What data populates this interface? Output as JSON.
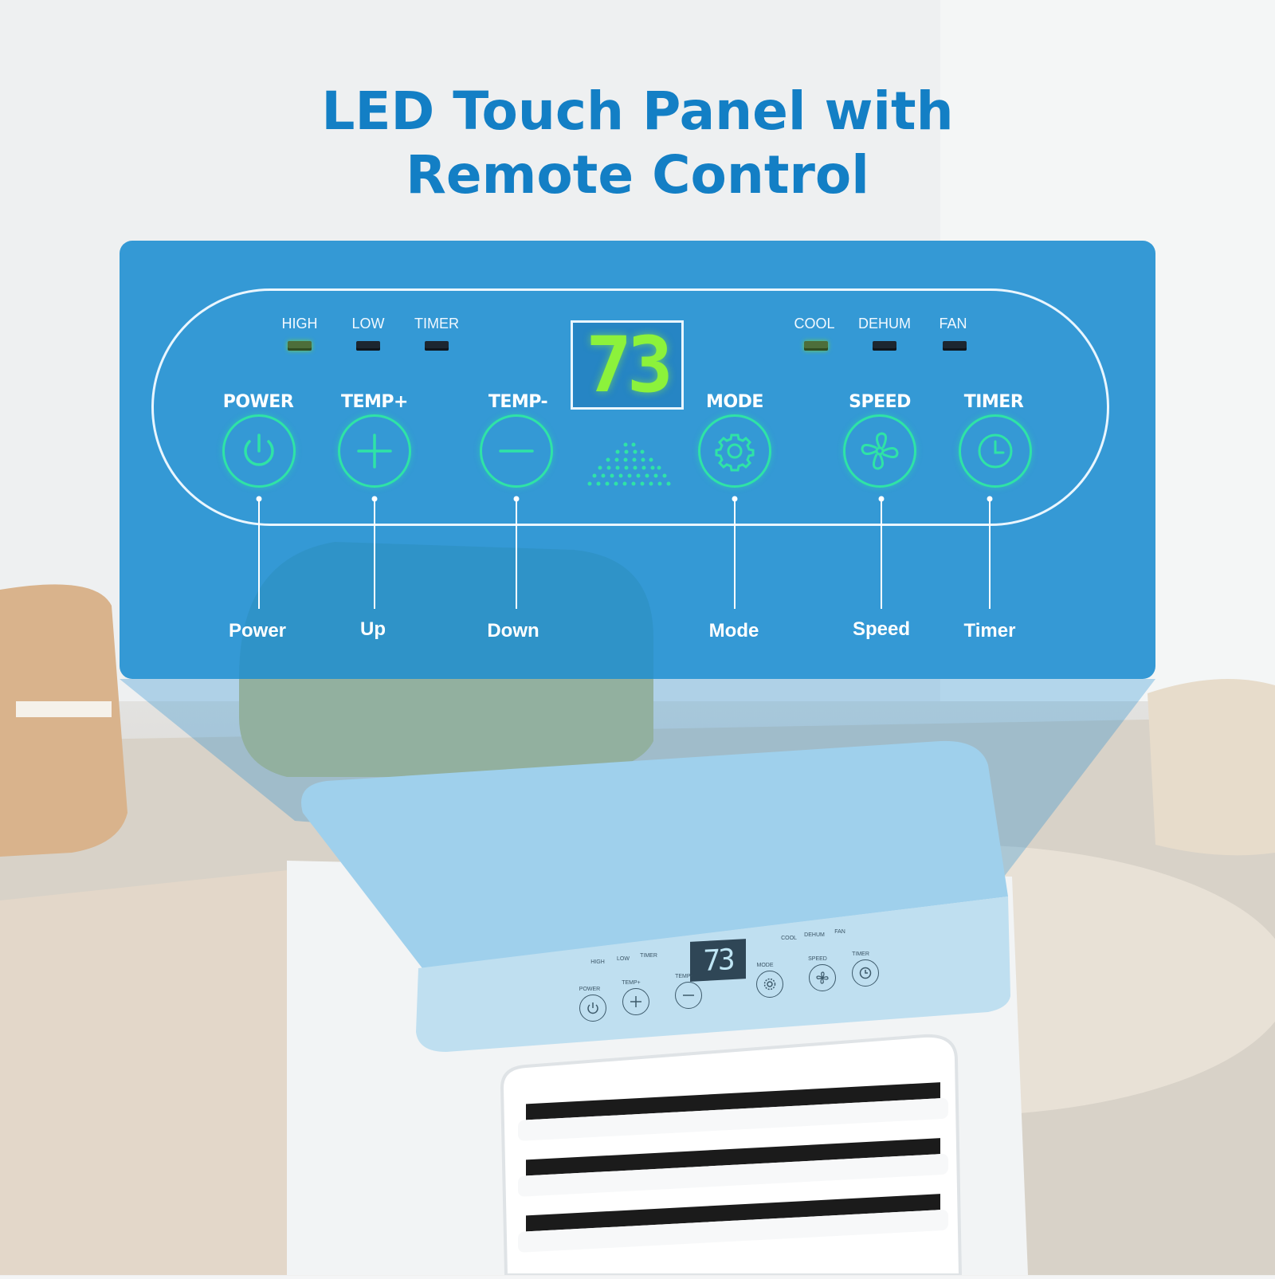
{
  "headline": {
    "line1": "LED Touch Panel with",
    "line2": "Remote Control"
  },
  "panel": {
    "display_value": "73",
    "indicators_left": [
      {
        "label": "HIGH",
        "on": true
      },
      {
        "label": "LOW",
        "on": false
      },
      {
        "label": "TIMER",
        "on": false
      }
    ],
    "indicators_right": [
      {
        "label": "COOL",
        "on": true
      },
      {
        "label": "DEHUM",
        "on": false
      },
      {
        "label": "FAN",
        "on": false
      }
    ],
    "buttons": [
      {
        "label": "POWER",
        "icon": "power-icon",
        "callout": "Power"
      },
      {
        "label": "TEMP+",
        "icon": "plus-icon",
        "callout": "Up"
      },
      {
        "label": "TEMP-",
        "icon": "minus-icon",
        "callout": "Down"
      },
      {
        "label": "MODE",
        "icon": "gear-icon",
        "callout": "Mode"
      },
      {
        "label": "SPEED",
        "icon": "fan-icon",
        "callout": "Speed"
      },
      {
        "label": "TIMER",
        "icon": "clock-icon",
        "callout": "Timer"
      }
    ]
  },
  "device_panel": {
    "display_value": "73",
    "indicators": [
      "HIGH",
      "LOW",
      "TIMER",
      "COOL",
      "DEHUM",
      "FAN"
    ],
    "buttons": [
      "POWER",
      "TEMP+",
      "TEMP-",
      "MODE",
      "SPEED",
      "TIMER"
    ]
  },
  "colors": {
    "headline": "#137fc5",
    "panel": "#1a8cd0",
    "button_ring": "#2fe3a6",
    "display_digits": "#8cf23b"
  }
}
